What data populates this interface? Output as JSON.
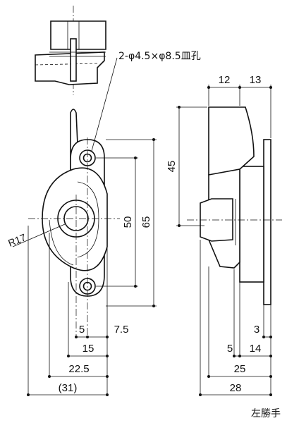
{
  "hole_note": "2-φ4.5×φ8.5皿孔",
  "radius_label": "R17",
  "front_view": {
    "height_50": "50",
    "height_65": "65",
    "width_5": "5",
    "width_7_5": "7.5",
    "width_15": "15",
    "width_22_5": "22.5",
    "width_31": "(31)"
  },
  "side_view": {
    "top_12": "12",
    "top_13": "13",
    "height_45": "45",
    "bottom_3": "3",
    "bottom_5": "5",
    "bottom_14": "14",
    "bottom_25": "25",
    "bottom_28": "28"
  },
  "hand_label": "左勝手"
}
